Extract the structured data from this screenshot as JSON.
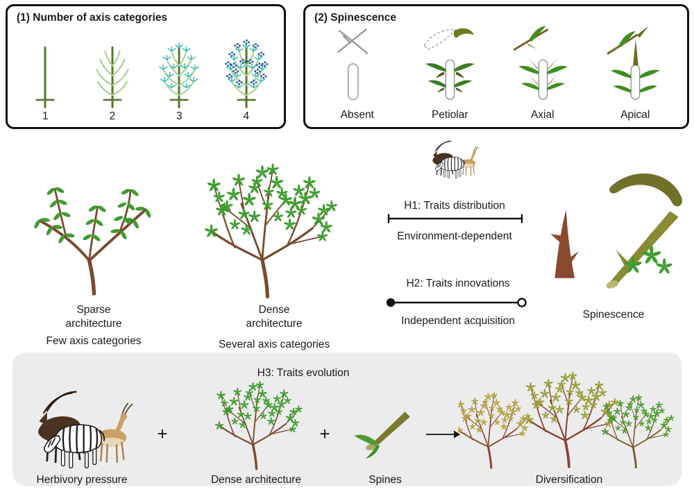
{
  "panel_axis": {
    "title": "(1) Number of axis categories",
    "levels": [
      "1",
      "2",
      "3",
      "4"
    ]
  },
  "panel_spinescence": {
    "title": "(2) Spinescence",
    "types": [
      {
        "label": "Absent"
      },
      {
        "label": "Petiolar"
      },
      {
        "label": "Axial"
      },
      {
        "label": "Apical"
      }
    ]
  },
  "middle": {
    "sparse": {
      "label": "Sparse architecture",
      "caption": "Few axis categories"
    },
    "dense": {
      "label": "Dense architecture",
      "caption": "Several axis categories"
    },
    "h1": {
      "title": "H1: Traits distribution",
      "caption": "Environment-dependent"
    },
    "h2": {
      "title": "H2: Traits innovations",
      "caption": "Independent acquisition"
    },
    "spinescence_label": "Spinescence"
  },
  "panel_h3": {
    "title": "H3: Traits evolution",
    "plus": "+",
    "steps": [
      {
        "label": "Herbivory pressure"
      },
      {
        "label": "Dense architecture"
      },
      {
        "label": "Spines"
      },
      {
        "label": "Diversification"
      }
    ]
  },
  "colors": {
    "background": "#ffffff",
    "panel_border": "#111111",
    "panel3_bg": "#ececec",
    "text": "#1a1a1a",
    "axis_stem": "#55762a",
    "axis_level2_green": "#a9d18e",
    "axis_level3_teal": "#45bdb6",
    "axis_level4_blue": "#2e5fa3",
    "branch_brown": "#7b4a2f",
    "leaf_green": "#3f9d2f",
    "leaf_dark_green": "#3a7d23",
    "spine_olive": "#6b6b23",
    "spine_red_brown": "#8a4a2f",
    "diversification_yellow": "#b3a13f",
    "diversification_olive": "#9aa03a",
    "diversification_green": "#4e9a2e"
  }
}
